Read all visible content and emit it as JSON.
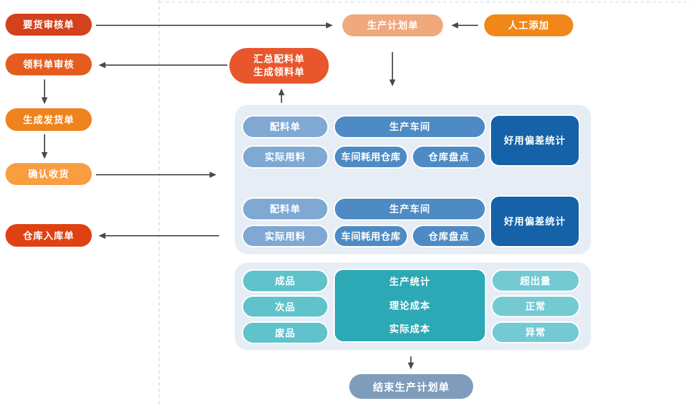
{
  "left_flow": {
    "nodes": [
      {
        "label": "要货审核单",
        "color": "#d4411d"
      },
      {
        "label": "领料单审核",
        "color": "#e55d1e"
      },
      {
        "label": "生成发货单",
        "color": "#ef831e"
      },
      {
        "label": "确认收货",
        "color": "#f89d40"
      },
      {
        "label": "仓库入库单",
        "color": "#e04113"
      }
    ]
  },
  "top_flow": {
    "production_plan": {
      "label": "生产计划单",
      "color": "#f0a87d"
    },
    "manual_add": {
      "label": "人工添加",
      "color": "#f18718"
    },
    "summary_order": {
      "label_line1": "汇总配料单",
      "label_line2": "生成领料单",
      "color": "#e8562c"
    }
  },
  "workshop_panel": {
    "background": "#e7edf5",
    "colors": {
      "light_blue": "#7fa8d3",
      "medium_blue": "#4e8bc4",
      "dark_blue": "#1562a8"
    },
    "groups": [
      {
        "batching_order": "配料单",
        "workshop": "生产车间",
        "actual_usage": "实际用料",
        "workshop_warehouse": "车间耗用仓库",
        "stocktaking": "仓库盘点",
        "deviation_stats": "好用偏差统计"
      },
      {
        "batching_order": "配料单",
        "workshop": "生产车间",
        "actual_usage": "实际用料",
        "workshop_warehouse": "车间耗用仓库",
        "stocktaking": "仓库盘点",
        "deviation_stats": "好用偏差统计"
      }
    ]
  },
  "stats_panel": {
    "background": "#e7edf5",
    "colors": {
      "pill_left": "#60c3cc",
      "pill_right": "#74cad3",
      "center_box": "#2ca9b5"
    },
    "left_pills": [
      {
        "label": "成品"
      },
      {
        "label": "次品"
      },
      {
        "label": "废品"
      }
    ],
    "center_box": {
      "lines": [
        "生产统计",
        "理论成本",
        "实际成本"
      ]
    },
    "right_pills": [
      {
        "label": "超出量"
      },
      {
        "label": "正常"
      },
      {
        "label": "异常"
      }
    ]
  },
  "end_node": {
    "label": "结束生产计划单",
    "color": "#7f9dbb"
  },
  "decor": {
    "arrow_color": "#4a4a4a",
    "dash_color": "#dcdfe2",
    "dot_color": "#4d565e"
  }
}
